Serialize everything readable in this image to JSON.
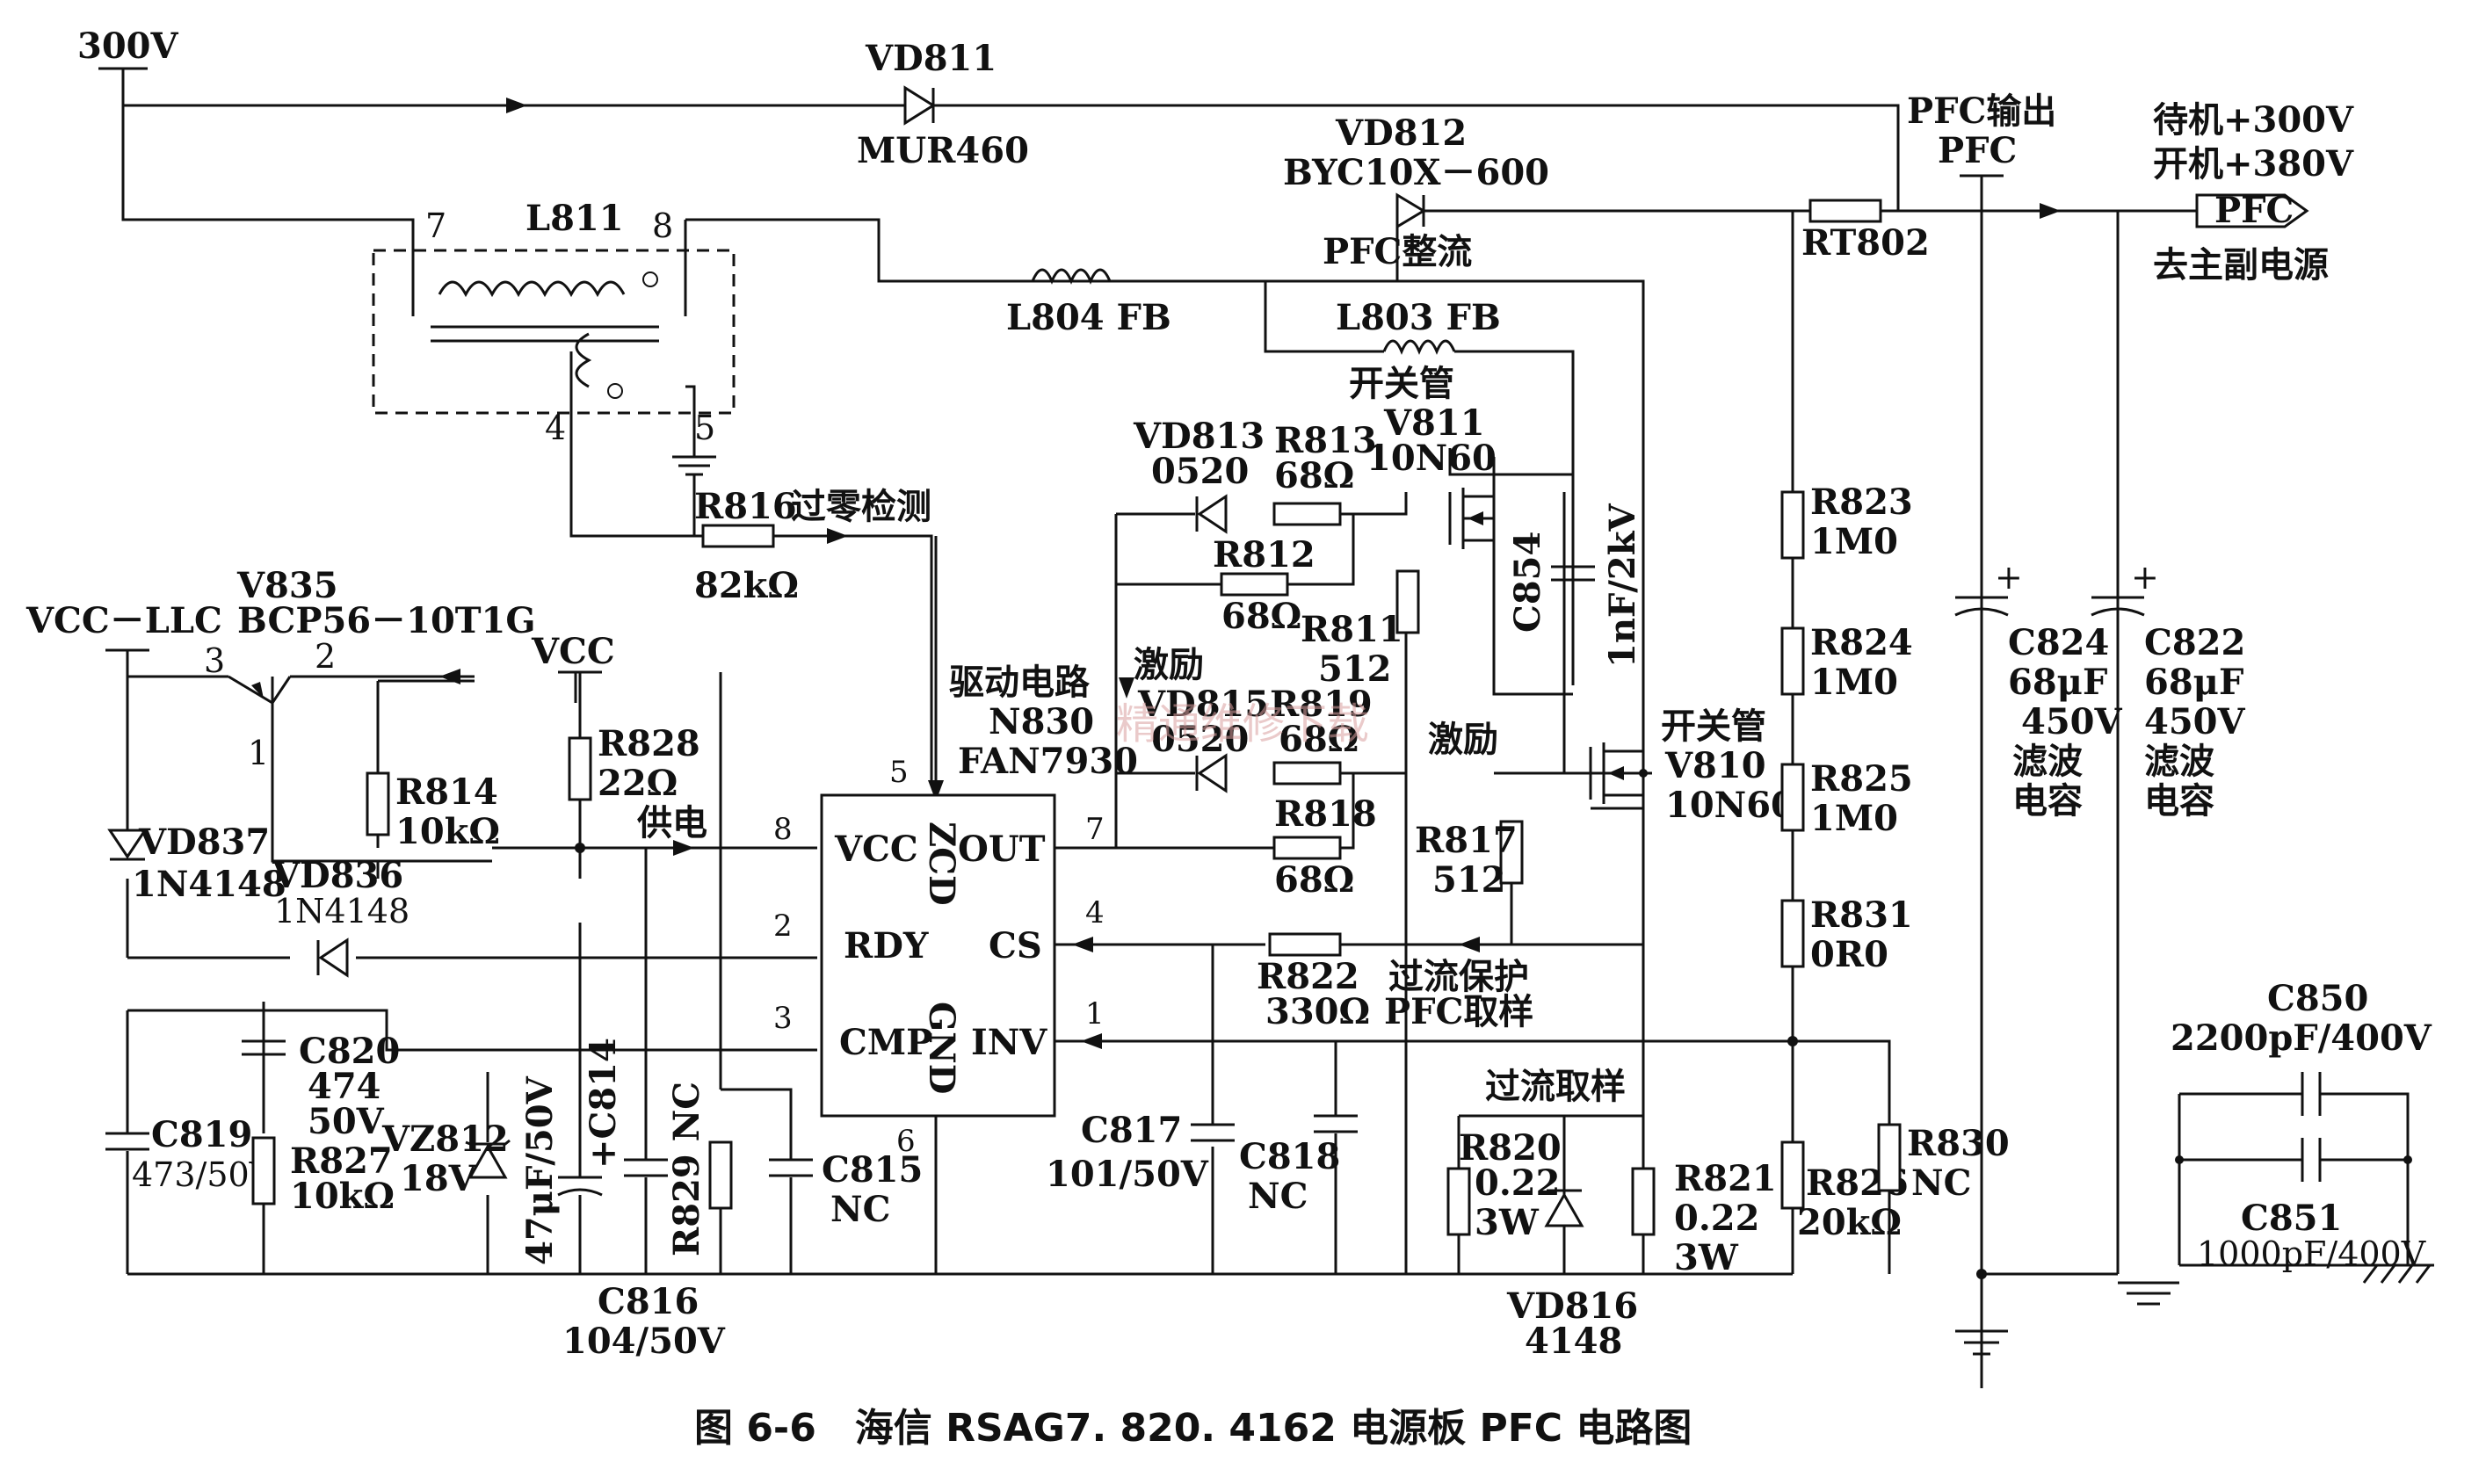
{
  "caption": "图 6-6　海信 RSAG7. 820. 4162 电源板 PFC 电路图",
  "watermark": "精通维修下载",
  "rails": {
    "v300": "300V",
    "vcc_llc": "VCC－LLC",
    "vcc": "VCC",
    "pfc_out_label": "PFC输出",
    "pfc_out_net": "PFC",
    "standby": "待机+300V",
    "on": "开机+380V",
    "pfc_flag": "PFC",
    "to_main": "去主副电源"
  },
  "ic": {
    "ref": "N830",
    "part": "FAN7930",
    "function": "驱动电路",
    "pins": {
      "vcc": "VCC",
      "vcc_num": "8",
      "rdy": "RDY",
      "rdy_num": "2",
      "cmp": "CMP",
      "cmp_num": "3",
      "zcd": "ZCD",
      "zcd_num": "5",
      "out": "OUT",
      "out_num": "7",
      "cs": "CS",
      "cs_num": "4",
      "inv": "INV",
      "inv_num": "1",
      "gnd": "GND",
      "gnd_num": "6"
    }
  },
  "labels": {
    "supply": "供电",
    "zero_detect": "过零检测",
    "pfc_rect": "PFC整流",
    "switch1": "开关管",
    "switch2": "开关管",
    "excite1": "激励",
    "excite2": "激励",
    "ocp": "过流保护",
    "pfc_sample": "PFC取样",
    "oc_sample": "过流取样",
    "filter1": "滤波",
    "filter1b": "电容",
    "filter2": "滤波",
    "filter2b": "电容"
  },
  "components": {
    "VD811": {
      "ref": "VD811",
      "value": "MUR460"
    },
    "VD812": {
      "ref": "VD812",
      "value": "BYC10X－600"
    },
    "L811": {
      "ref": "L811",
      "p7": "7",
      "p8": "8",
      "p4": "4",
      "p5": "5"
    },
    "L804": {
      "ref": "L804 FB"
    },
    "L803": {
      "ref": "L803 FB"
    },
    "RT802": {
      "ref": "RT802"
    },
    "R816": {
      "ref": "R816",
      "value": "82kΩ"
    },
    "V835": {
      "ref": "V835",
      "value": "BCP56－10T1G",
      "p1": "1",
      "p2": "2",
      "p3": "3"
    },
    "VD837": {
      "ref": "VD837",
      "value": "1N4148"
    },
    "VD836": {
      "ref": "VD836",
      "value": "1N4148"
    },
    "R814": {
      "ref": "R814",
      "value": "10kΩ"
    },
    "R828": {
      "ref": "R828",
      "value": "22Ω"
    },
    "VD813": {
      "ref": "VD813",
      "value": "0520"
    },
    "R813": {
      "ref": "R813",
      "value": "68Ω"
    },
    "R812": {
      "ref": "R812",
      "value": "68Ω"
    },
    "R811": {
      "ref": "R811",
      "value": "512"
    },
    "V811": {
      "ref": "V811",
      "value": "10N60"
    },
    "C854": {
      "ref": "C854",
      "value": "1nF/2kV"
    },
    "VD815": {
      "ref": "VD815",
      "value": "0520"
    },
    "R819": {
      "ref": "R819",
      "value": "68Ω"
    },
    "R818": {
      "ref": "R818",
      "value": "68Ω"
    },
    "R817": {
      "ref": "R817",
      "value": "512"
    },
    "V810": {
      "ref": "V810",
      "value": "10N60"
    },
    "R822": {
      "ref": "R822",
      "value": "330Ω"
    },
    "R823": {
      "ref": "R823",
      "value": "1M0"
    },
    "R824": {
      "ref": "R824",
      "value": "1M0"
    },
    "R825": {
      "ref": "R825",
      "value": "1M0"
    },
    "R831": {
      "ref": "R831",
      "value": "0R0"
    },
    "R826": {
      "ref": "R826",
      "value": "20kΩ"
    },
    "R830": {
      "ref": "R830",
      "value": "NC"
    },
    "C824": {
      "ref": "C824",
      "value": "68μF",
      "voltage": "450V"
    },
    "C822": {
      "ref": "C822",
      "value": "68μF",
      "voltage": "450V"
    },
    "C850": {
      "ref": "C850",
      "value": "2200pF/400V"
    },
    "C851": {
      "ref": "C851",
      "value": "1000pF/400V"
    },
    "C820": {
      "ref": "C820",
      "value": "474",
      "voltage": "50V"
    },
    "C819": {
      "ref": "C819",
      "value": "473/50V"
    },
    "R827": {
      "ref": "R827",
      "value": "10kΩ"
    },
    "VZ812": {
      "ref": "VZ812",
      "value": "18V"
    },
    "C814": {
      "ref": "+C814",
      "value": "47μF/50V"
    },
    "C816": {
      "ref": "C816",
      "value": "104/50V"
    },
    "R829": {
      "ref": "R829 NC"
    },
    "C815": {
      "ref": "C815",
      "value": "NC"
    },
    "C817": {
      "ref": "C817",
      "value": "101/50V"
    },
    "C818": {
      "ref": "C818",
      "value": "NC"
    },
    "R820": {
      "ref": "R820",
      "value": "0.22",
      "power": "3W"
    },
    "VD816": {
      "ref": "VD816",
      "value": "4148"
    },
    "R821": {
      "ref": "R821",
      "value": "0.22",
      "power": "3W"
    }
  }
}
